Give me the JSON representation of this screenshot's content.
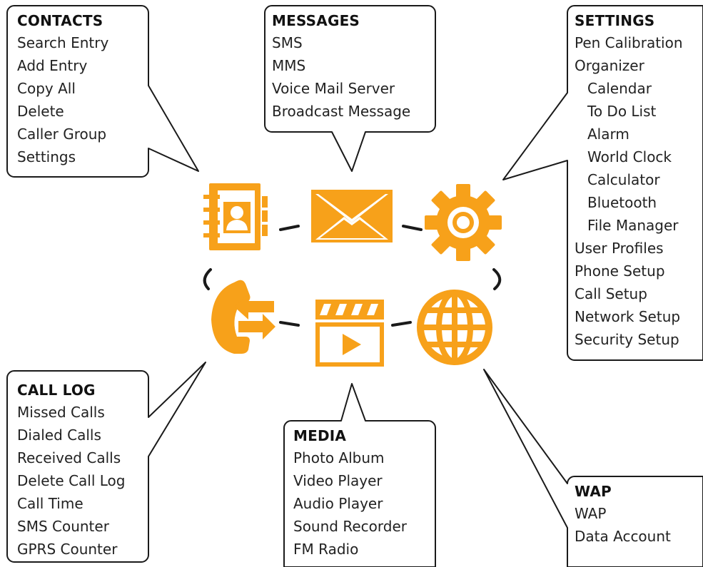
{
  "contacts": {
    "title": "CONTACTS",
    "items": [
      "Search Entry",
      "Add Entry",
      "Copy All",
      "Delete",
      "Caller Group",
      "Settings"
    ]
  },
  "messages": {
    "title": "MESSAGES",
    "items": [
      "SMS",
      "MMS",
      "Voice Mail Server",
      "Broadcast Message"
    ]
  },
  "settings": {
    "title": "SETTINGS",
    "items": [
      "Pen Calibration",
      "Organizer",
      "User Profiles",
      "Phone Setup",
      "Call Setup",
      "Network Setup",
      "Security Setup"
    ],
    "organizer_items": [
      "Calendar",
      "To Do List",
      "Alarm",
      "World Clock",
      "Calculator",
      "Bluetooth",
      "File Manager"
    ]
  },
  "call_log": {
    "title": "CALL LOG",
    "items": [
      "Missed Calls",
      "Dialed Calls",
      "Received Calls",
      "Delete Call Log",
      "Call Time",
      "SMS Counter",
      "GPRS Counter"
    ]
  },
  "media": {
    "title": "MEDIA",
    "items": [
      "Photo Album",
      "Video Player",
      "Audio Player",
      "Sound Recorder",
      "FM Radio"
    ]
  },
  "wap": {
    "title": "WAP",
    "items": [
      "WAP",
      "Data Account"
    ]
  },
  "icons": {
    "contacts": "address-book-icon",
    "messages": "envelope-icon",
    "settings": "gear-icon",
    "call_log": "phone-call-log-icon",
    "media": "clapperboard-icon",
    "wap": "globe-icon"
  },
  "colors": {
    "accent": "#F7A11A",
    "outline": "#1a1a1a",
    "background": "#ffffff"
  }
}
